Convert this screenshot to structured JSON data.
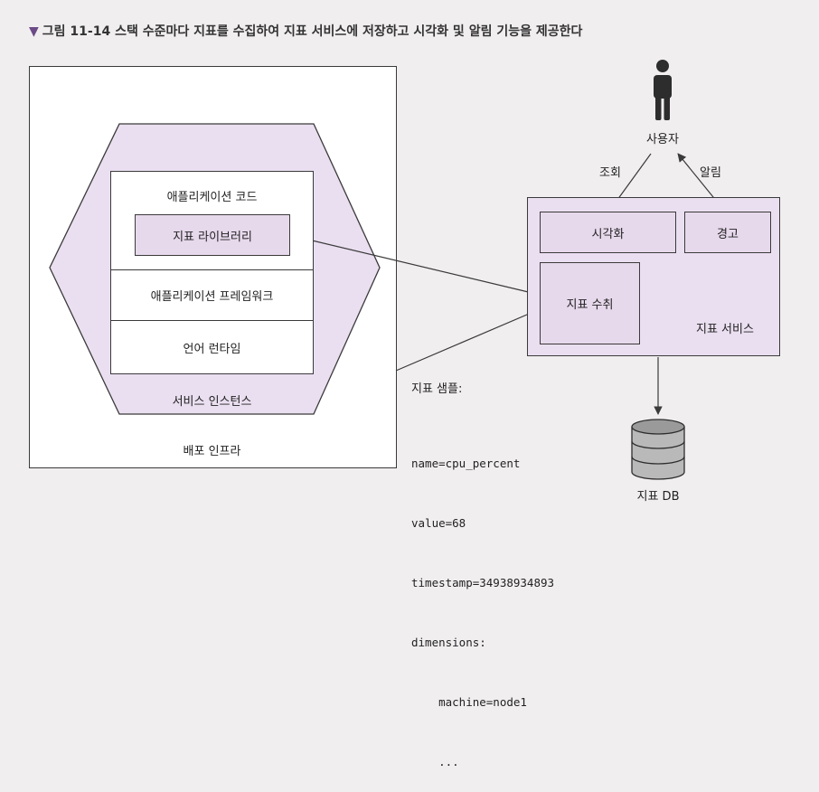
{
  "caption": {
    "marker": "▼",
    "text": "그림 11-14 스택 수준마다 지표를 수집하여 지표 서비스에 저장하고 시각화 및 알림 기능을 제공한다"
  },
  "left": {
    "infra_label": "배포 인프라",
    "instance_label": "서비스 인스턴스",
    "app_code_label": "애플리케이션 코드",
    "metrics_library_label": "지표 라이브러리",
    "framework_label": "애플리케이션 프레임워크",
    "runtime_label": "언어 런타임"
  },
  "user": {
    "label": "사용자",
    "query_label": "조회",
    "alert_label": "알림"
  },
  "service": {
    "label": "지표 서비스",
    "visualization_label": "시각화",
    "alert_label": "경고",
    "ingestion_label": "지표 수취"
  },
  "db": {
    "label": "지표 DB"
  },
  "sample": {
    "title": "지표 샘플:",
    "lines": [
      "name=cpu_percent",
      "value=68",
      "timestamp=34938934893",
      "dimensions:",
      "    machine=node1",
      "    ..."
    ]
  },
  "colors": {
    "box_fill": "#ffffff",
    "accent_fill": "#e7d9ec",
    "hex_fill": "#eadff0",
    "stroke": "#3a3a3a"
  }
}
